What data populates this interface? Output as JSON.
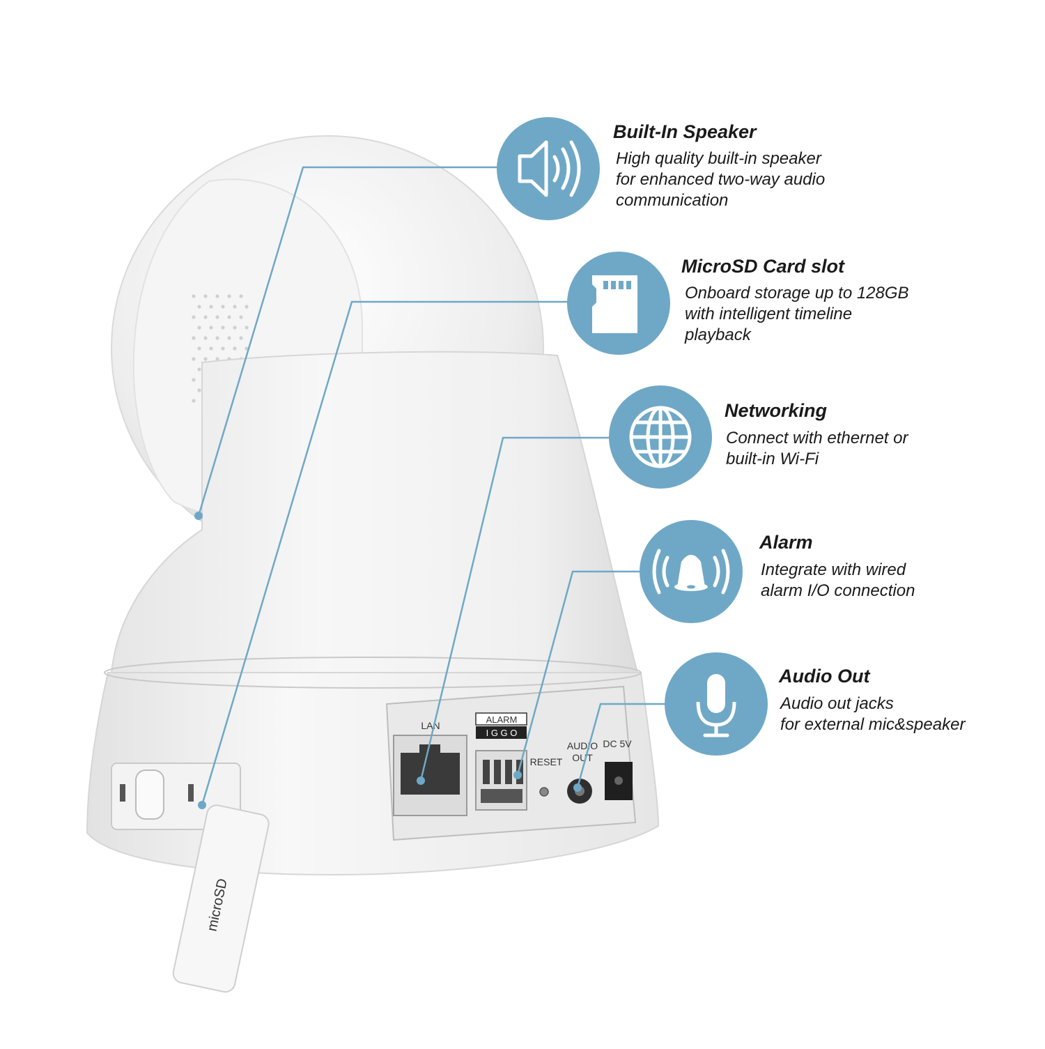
{
  "features": [
    {
      "id": "speaker",
      "icon": "speaker-icon",
      "title": "Built-In Speaker",
      "lines": [
        "High quality built-in speaker",
        "for enhanced two-way audio",
        "communication"
      ]
    },
    {
      "id": "microsd",
      "icon": "sd-card-icon",
      "title": "MicroSD Card slot",
      "lines": [
        "Onboard storage up to 128GB",
        "with intelligent timeline",
        "playback"
      ]
    },
    {
      "id": "networking",
      "icon": "globe-icon",
      "title": "Networking",
      "lines": [
        "Connect with ethernet or",
        "built-in Wi-Fi"
      ]
    },
    {
      "id": "alarm",
      "icon": "bell-icon",
      "title": "Alarm",
      "lines": [
        "Integrate with wired",
        "alarm I/O connection"
      ]
    },
    {
      "id": "audio-out",
      "icon": "microphone-icon",
      "title": "Audio Out",
      "lines": [
        "Audio out jacks",
        "for external mic&speaker"
      ]
    }
  ],
  "ports": {
    "lan": "LAN",
    "alarm": "ALARM",
    "alarm_pins": "I G G O",
    "reset": "RESET",
    "audio_out_1": "AUDIO",
    "audio_out_2": "OUT",
    "dc": "DC 5V"
  },
  "side_cover_text": "microSD",
  "colors": {
    "icon_circle": "#6fa8c6",
    "leader_line": "#6fa8c6",
    "camera_body": "#f2f2f2",
    "text": "#1a1a1a"
  }
}
